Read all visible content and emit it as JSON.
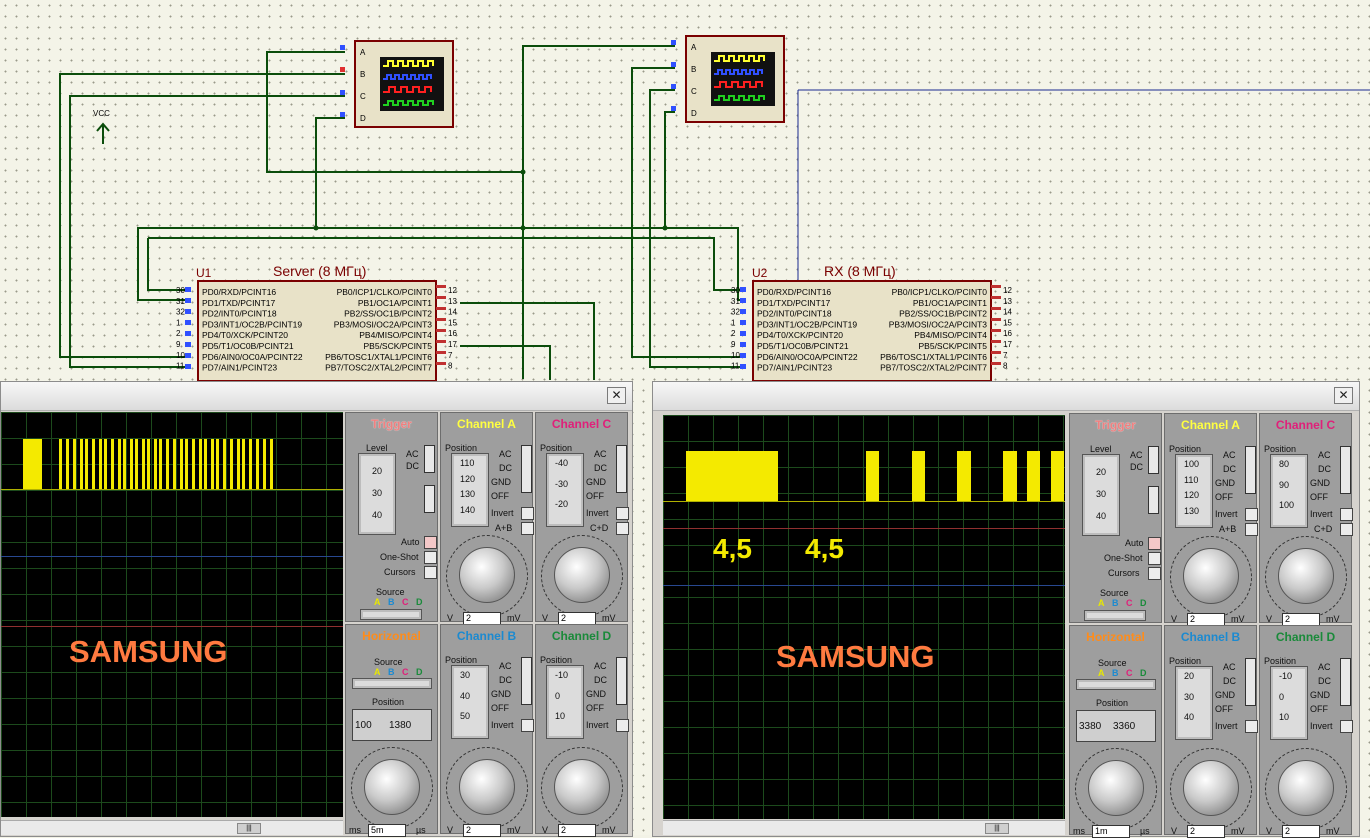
{
  "schematic": {
    "vcc_label": "VCC",
    "u1": {
      "ref": "U1",
      "title": "Server (8 МГц)",
      "left_pins": [
        {
          "num": "30",
          "name": "PD0/RXD/PCINT16"
        },
        {
          "num": "31",
          "name": "PD1/TXD/PCINT17"
        },
        {
          "num": "32",
          "name": "PD2/INT0/PCINT18"
        },
        {
          "num": "1",
          "name": "PD3/INT1/OC2B/PCINT19"
        },
        {
          "num": "2",
          "name": "PD4/T0/XCK/PCINT20"
        },
        {
          "num": "9",
          "name": "PD5/T1/OC0B/PCINT21"
        },
        {
          "num": "10",
          "name": "PD6/AIN0/OC0A/PCINT22"
        },
        {
          "num": "11",
          "name": "PD7/AIN1/PCINT23"
        }
      ],
      "right_pins": [
        {
          "num": "12",
          "name": "PB0/ICP1/CLKO/PCINT0"
        },
        {
          "num": "13",
          "name": "PB1/OC1A/PCINT1"
        },
        {
          "num": "14",
          "name": "PB2/SS/OC1B/PCINT2"
        },
        {
          "num": "15",
          "name": "PB3/MOSI/OC2A/PCINT3"
        },
        {
          "num": "16",
          "name": "PB4/MISO/PCINT4"
        },
        {
          "num": "17",
          "name": "PB5/SCK/PCINT5"
        },
        {
          "num": "7",
          "name": "PB6/TOSC1/XTAL1/PCINT6"
        },
        {
          "num": "8",
          "name": "PB7/TOSC2/XTAL2/PCINT7"
        }
      ]
    },
    "u2": {
      "ref": "U2",
      "title": "RX (8 МГц)"
    },
    "scope_pins": [
      "A",
      "B",
      "C",
      "D"
    ]
  },
  "scope1": {
    "close": "✕",
    "overlay_text": "SAMSUNG",
    "trigger": {
      "title": "Trigger",
      "level": "Level",
      "ticks": [
        "20",
        "30",
        "40"
      ],
      "ac": "AC",
      "dc": "DC",
      "auto": "Auto",
      "oneshot": "One-Shot",
      "cursors": "Cursors",
      "source": "Source",
      "sources": [
        "A",
        "B",
        "C",
        "D"
      ]
    },
    "channel_a": {
      "title": "Channel A",
      "position": "Position",
      "ticks": [
        "110",
        "120",
        "130",
        "140"
      ],
      "modes": [
        "AC",
        "DC",
        "GND",
        "OFF"
      ],
      "invert": "Invert",
      "extra": "A+B",
      "unit_v": "V",
      "value": "2",
      "unit": "mV"
    },
    "channel_c": {
      "title": "Channel C",
      "position": "Position",
      "ticks": [
        "-40",
        "-30",
        "-20"
      ],
      "modes": [
        "AC",
        "DC",
        "GND",
        "OFF"
      ],
      "invert": "Invert",
      "extra": "C+D",
      "unit_v": "V",
      "value": "2",
      "unit": "mV"
    },
    "horizontal": {
      "title": "Horizontal",
      "source": "Source",
      "sources": [
        "A",
        "B",
        "C",
        "D"
      ],
      "position": "Position",
      "readout": "1380",
      "readout_left": "100",
      "unit_l": "ms",
      "value": "5m",
      "unit": "µs"
    },
    "channel_b": {
      "title": "Channel B",
      "position": "Position",
      "ticks": [
        "30",
        "40",
        "50"
      ],
      "modes": [
        "AC",
        "DC",
        "GND",
        "OFF"
      ],
      "invert": "Invert",
      "unit_v": "V",
      "value": "2",
      "unit": "mV"
    },
    "channel_d": {
      "title": "Channel D",
      "position": "Position",
      "ticks": [
        "-10",
        "0",
        "10"
      ],
      "modes": [
        "AC",
        "DC",
        "GND",
        "OFF"
      ],
      "invert": "Invert",
      "unit_v": "V",
      "value": "2",
      "unit": "mV"
    }
  },
  "scope2": {
    "close": "✕",
    "overlay_text": "SAMSUNG",
    "annot_1": "4,5",
    "annot_2": "4,5",
    "trigger": {
      "title": "Trigger",
      "level": "Level",
      "ticks": [
        "20",
        "30",
        "40"
      ],
      "ac": "AC",
      "dc": "DC",
      "auto": "Auto",
      "oneshot": "One-Shot",
      "cursors": "Cursors",
      "source": "Source",
      "sources": [
        "A",
        "B",
        "C",
        "D"
      ]
    },
    "channel_a": {
      "title": "Channel A",
      "position": "Position",
      "ticks": [
        "100",
        "110",
        "120",
        "130"
      ],
      "modes": [
        "AC",
        "DC",
        "GND",
        "OFF"
      ],
      "invert": "Invert",
      "extra": "A+B",
      "unit_v": "V",
      "value": "2",
      "unit": "mV"
    },
    "channel_c": {
      "title": "Channel C",
      "position": "Position",
      "ticks": [
        "80",
        "90",
        "100"
      ],
      "modes": [
        "AC",
        "DC",
        "GND",
        "OFF"
      ],
      "invert": "Invert",
      "extra": "C+D",
      "unit_v": "V",
      "value": "2",
      "unit": "mV"
    },
    "horizontal": {
      "title": "Horizontal",
      "source": "Source",
      "sources": [
        "A",
        "B",
        "C",
        "D"
      ],
      "position": "Position",
      "readout": "3360",
      "readout_left": "3380",
      "unit_l": "ms",
      "value": "1m",
      "unit": "µs"
    },
    "channel_b": {
      "title": "Channel B",
      "position": "Position",
      "ticks": [
        "20",
        "30",
        "40"
      ],
      "modes": [
        "AC",
        "DC",
        "GND",
        "OFF"
      ],
      "invert": "Invert",
      "unit_v": "V",
      "value": "2",
      "unit": "mV"
    },
    "channel_d": {
      "title": "Channel D",
      "position": "Position",
      "ticks": [
        "-10",
        "0",
        "10"
      ],
      "modes": [
        "AC",
        "DC",
        "GND",
        "OFF"
      ],
      "invert": "Invert",
      "unit_v": "V",
      "value": "2",
      "unit": "mV"
    }
  },
  "colors": {
    "trace": "#f4ea00",
    "overlay": "#ff7a40",
    "annot": "#f4ea00",
    "trigger": "#f08080",
    "channel_a": "#ffff40",
    "channel_b": "#1c8ad0",
    "channel_c": "#e0207a",
    "channel_d": "#1a8a3a",
    "horizontal": "#ff8c1a"
  }
}
